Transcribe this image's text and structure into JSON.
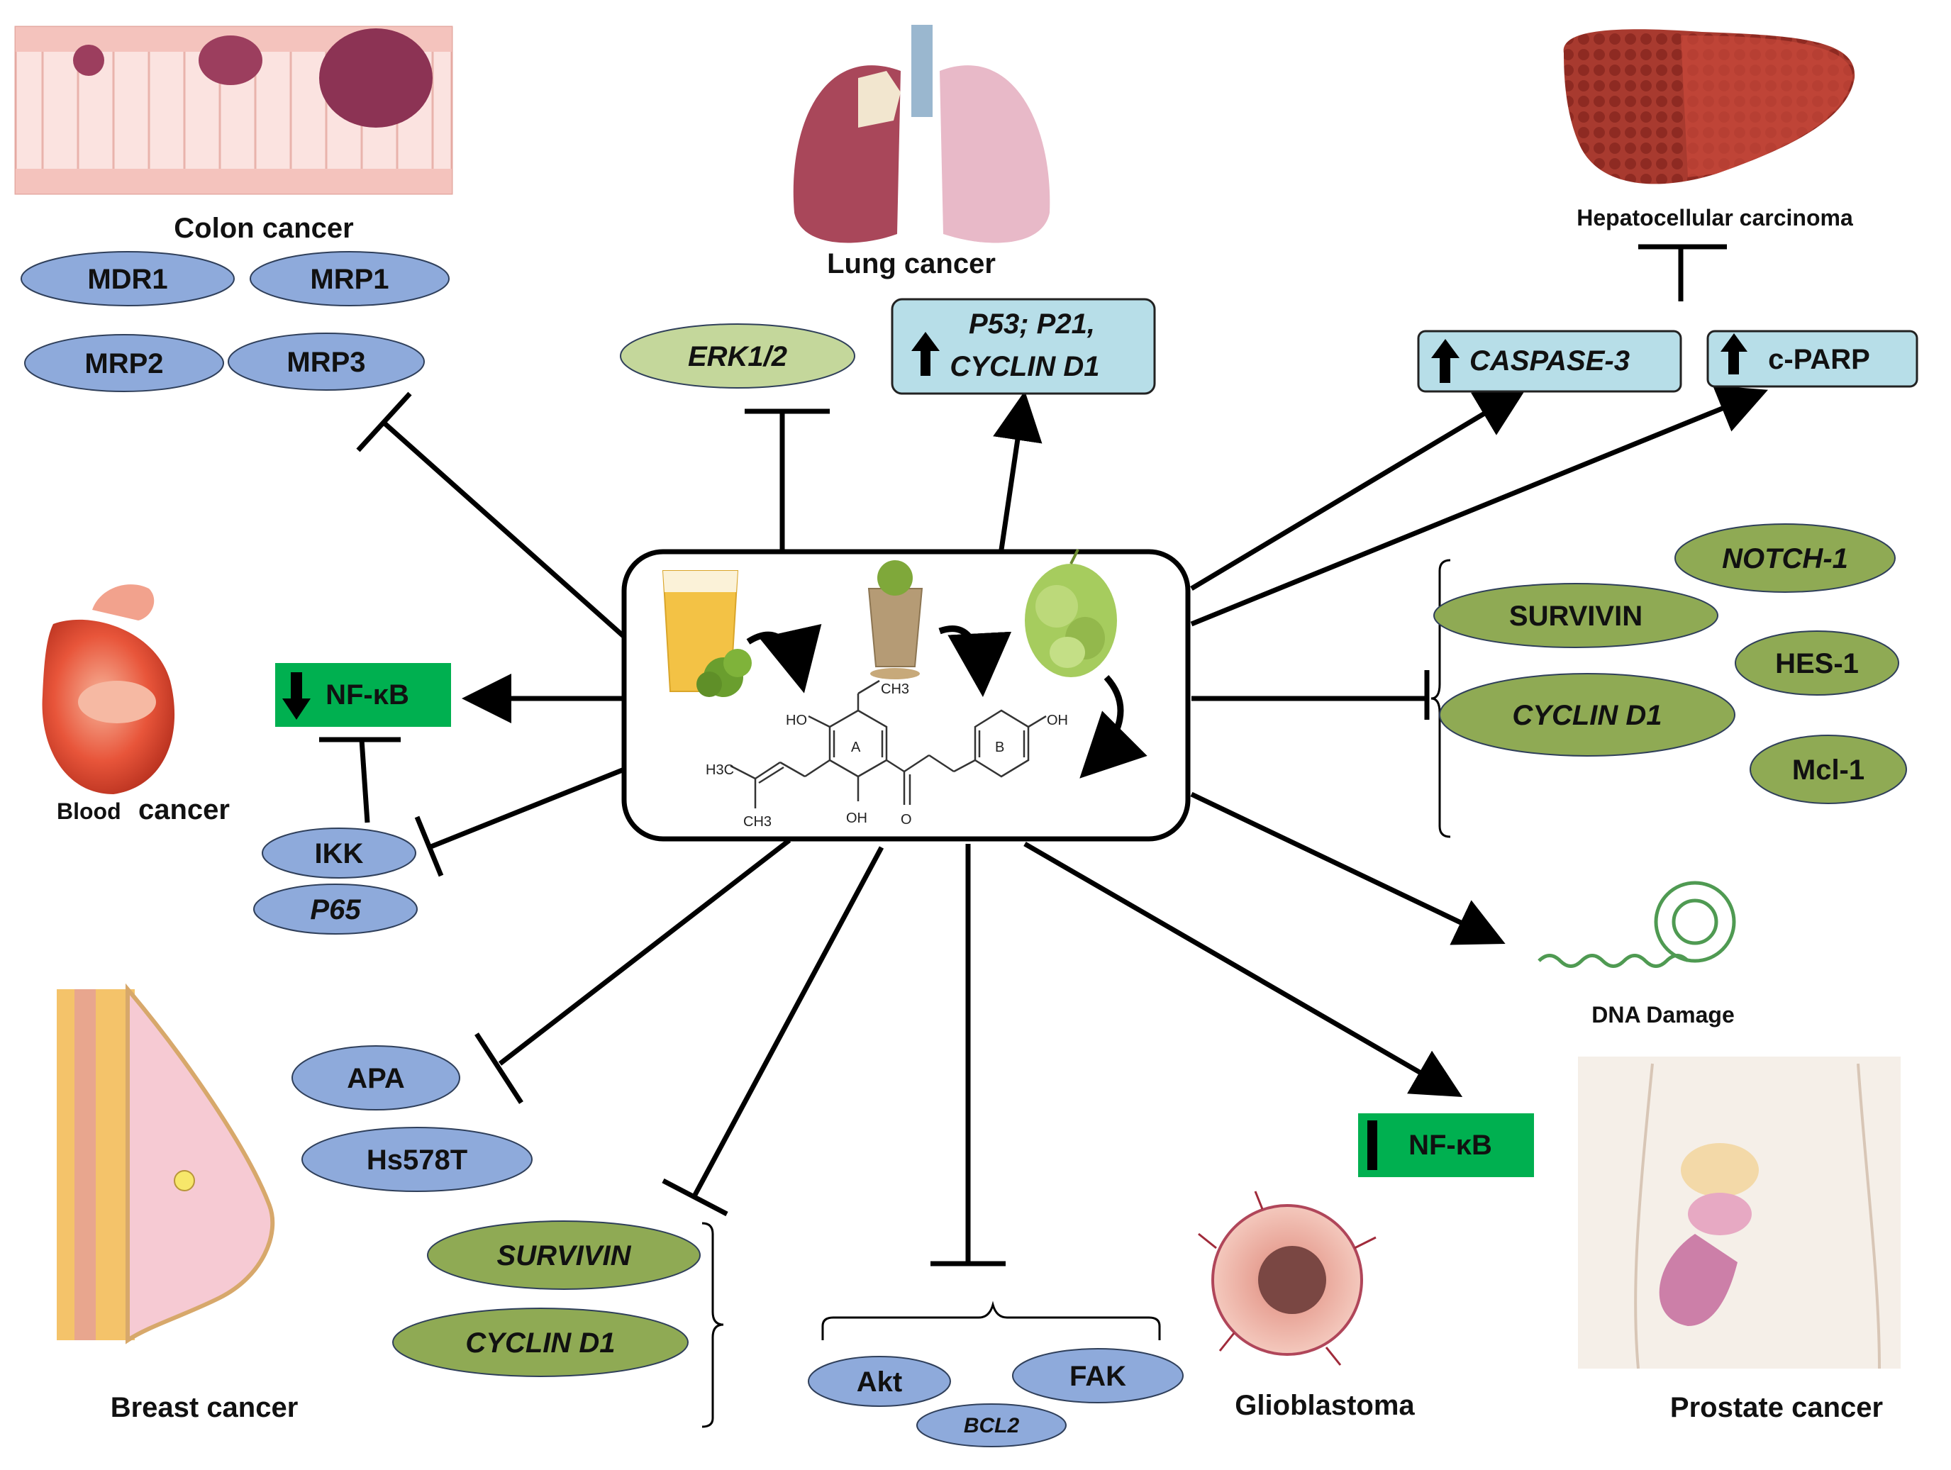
{
  "cancers": {
    "colon": "Colon cancer",
    "lung": "Lung cancer",
    "liver": "Hepatocellular carcinoma",
    "blood_prefix": "Blood",
    "blood_suffix": "cancer",
    "breast": "Breast cancer",
    "glioblastoma": "Glioblastoma",
    "prostate": "Prostate cancer",
    "dna": "DNA Damage"
  },
  "targets": {
    "mdr1": "MDR1",
    "mrp1": "MRP1",
    "mrp2": "MRP2",
    "mrp3": "MRP3",
    "erk": "ERK1/2",
    "p53_line1": "P53; P21,",
    "p53_line2": "CYCLIN D1",
    "caspase": "CASPASE-3",
    "cparp": "c-PARP",
    "notch": "NOTCH-1",
    "survivin_r": "SURVIVIN",
    "hes": "HES-1",
    "cyclin_r": "CYCLIN D1",
    "mcl": "Mcl-1",
    "nfkb_left": "NF-κB",
    "ikk": "IKK",
    "p65": "P65",
    "apa": "APA",
    "hs578t": "Hs578T",
    "survivin_b": "SURVIVIN",
    "cyclin_b": "CYCLIN D1",
    "akt": "Akt",
    "fak": "FAK",
    "bcl2": "BCL2",
    "nfkb_right": "NF-κB"
  },
  "molecule": {
    "ho_top": "HO",
    "methyl_top": "CH3",
    "oh_right": "OH",
    "ring_a": "A",
    "ring_b": "B",
    "h3c": "H3C",
    "ch3_bottom": "CH3",
    "oh_bottom": "OH",
    "ketone_o": "O"
  },
  "colors": {
    "blue_ellipse": "#8eaadb",
    "green_ellipse": "#8faa54",
    "light_green": "#c4d79b",
    "light_blue_box": "#b7dee8",
    "bright_green": "#00b050"
  }
}
